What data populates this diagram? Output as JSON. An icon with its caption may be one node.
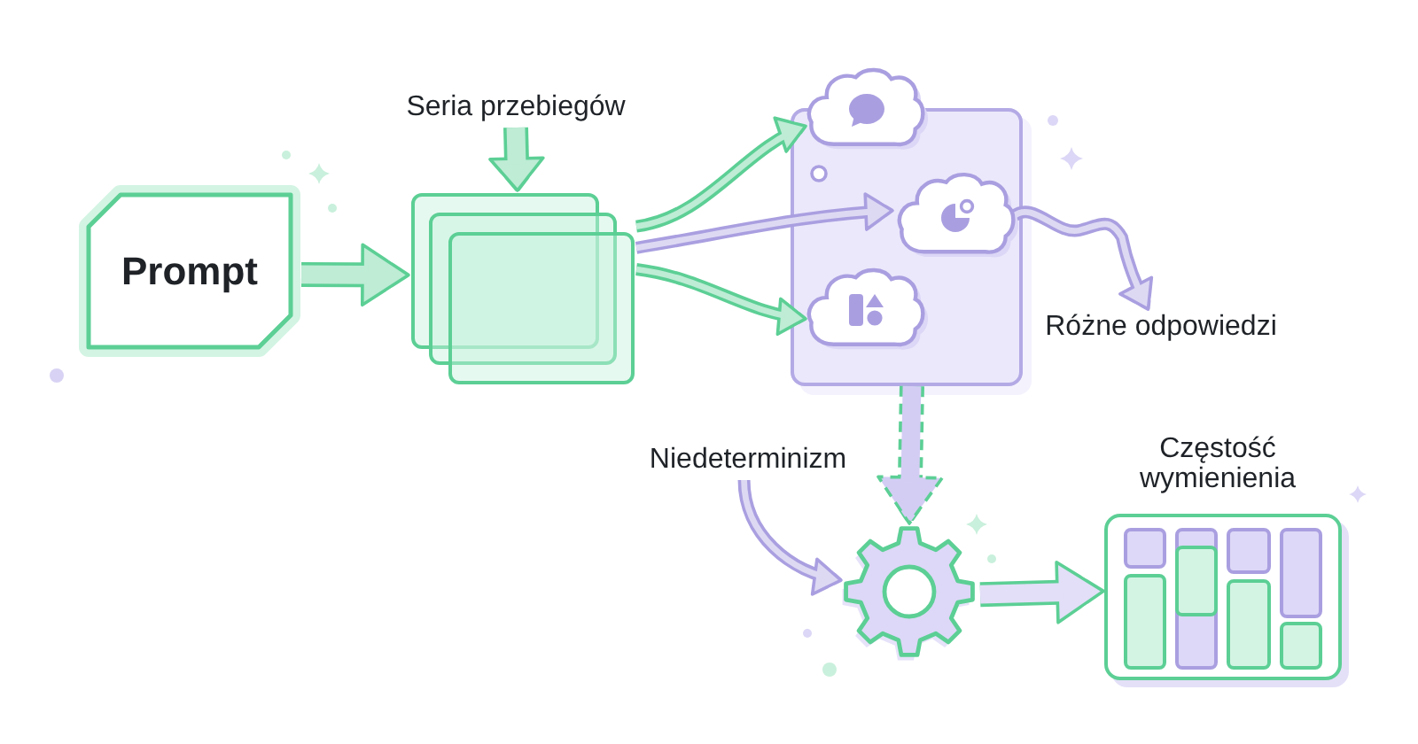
{
  "diagram": {
    "nodes": [
      {
        "text": [
          "Prompt"
        ]
      },
      {
        "text": [
          "Seria przebiegów"
        ]
      },
      {
        "text": [],
        "shape": "box"
      },
      {
        "text": [],
        "shape": "box"
      },
      {
        "text": [],
        "shape": "cloud"
      },
      {
        "text": [],
        "shape": "cloud",
        "in": 3
      },
      {
        "text": [],
        "shape": "cloud",
        "in": 3
      },
      {
        "text": [
          "Różne odpowiedzi"
        ]
      },
      {
        "text": [
          "Niedeterminizm"
        ]
      },
      {
        "text": [],
        "shape": "gear"
      },
      {
        "text": [
          "Częstość wymienienia"
        ]
      }
    ],
    "edges": [
      {
        "from": 0,
        "to": 2,
        "arrow": "to",
        "style": "thick"
      },
      {
        "from": 1,
        "to": 2,
        "arrow": "to",
        "style": "thick"
      },
      {
        "from": 2,
        "to": 4,
        "arrow": "to"
      },
      {
        "from": 2,
        "to": 5,
        "arrow": "to",
        "color": "#a99fe0"
      },
      {
        "from": 2,
        "to": 6,
        "arrow": "to"
      },
      {
        "from": 5,
        "to": 7,
        "arrow": "to",
        "color": "#a99fe0"
      },
      {
        "from": 3,
        "to": 9,
        "arrow": "to",
        "style": "dashed"
      },
      {
        "from": 8,
        "to": 9,
        "arrow": "to",
        "color": "#a99fe0"
      },
      {
        "from": 9,
        "to": 10,
        "arrow": "to",
        "style": "thick"
      }
    ]
  }
}
